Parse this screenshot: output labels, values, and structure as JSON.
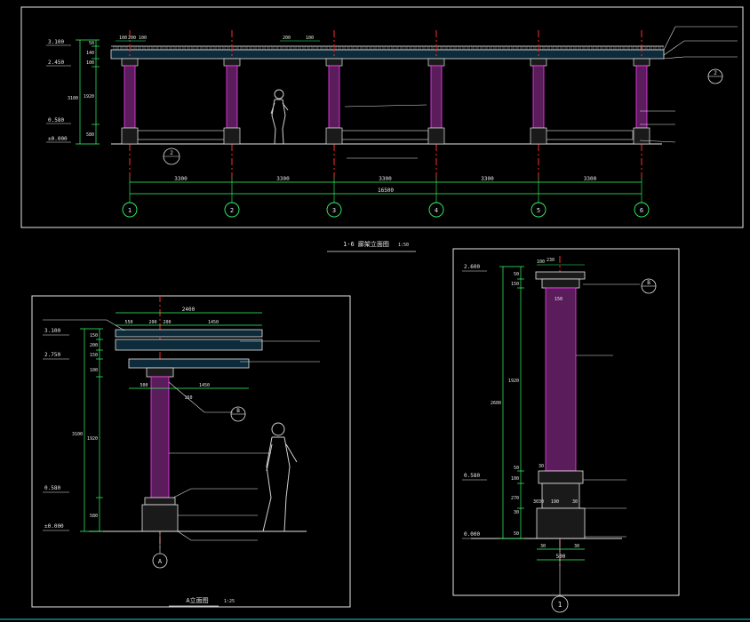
{
  "colors": {
    "background": "#000000",
    "frame": "#e6e6e6",
    "axis": "#ff2b2b",
    "dimension": "#33ff66",
    "column": "#ff3cff",
    "column_fill": "#5a1c5a",
    "text": "#e8e8e8",
    "figure": "#d0d0d0",
    "hatch": "#1a6b8a"
  },
  "elevation": {
    "title": "1-6 廊架立面图",
    "scale": "1:50",
    "levels": [
      "3.100",
      "2.450",
      "0.580",
      "±0.000"
    ],
    "vertical_dims": [
      "50",
      "140",
      "100",
      "1920",
      "3100",
      "580"
    ],
    "top_dims": [
      "100",
      "200",
      "100",
      "200",
      "100"
    ],
    "bays": [
      "3300",
      "3300",
      "3300",
      "3300",
      "3300"
    ],
    "total": "16500",
    "axes": [
      "1",
      "2",
      "3",
      "4",
      "5",
      "6"
    ],
    "note_refs": [
      "2",
      "2"
    ]
  },
  "section_a": {
    "title": "A立面图",
    "scale": "1:25",
    "levels": [
      "3.100",
      "2.750",
      "0.580",
      "±0.000"
    ],
    "top_dims": [
      "550",
      "200",
      "200",
      "1450"
    ],
    "overall": "2400",
    "mid_dims": [
      "500",
      "1450"
    ],
    "vertical_dims": [
      "150",
      "200",
      "150",
      "100",
      "3100",
      "1920",
      "580"
    ],
    "small_dim": "150",
    "axis": "A",
    "ref": "B"
  },
  "column_detail": {
    "levels": [
      "2.600",
      "0.580",
      "0.000"
    ],
    "top_dims": [
      "100",
      "230"
    ],
    "vertical_dims": [
      "50",
      "150",
      "1920",
      "2600",
      "50",
      "100",
      "270",
      "30",
      "50"
    ],
    "small_dims": [
      "30",
      "150",
      "30",
      "190",
      "30",
      "30"
    ],
    "bottom_dims": [
      "30",
      "30",
      "500"
    ],
    "axis": "1",
    "ref": "B"
  }
}
